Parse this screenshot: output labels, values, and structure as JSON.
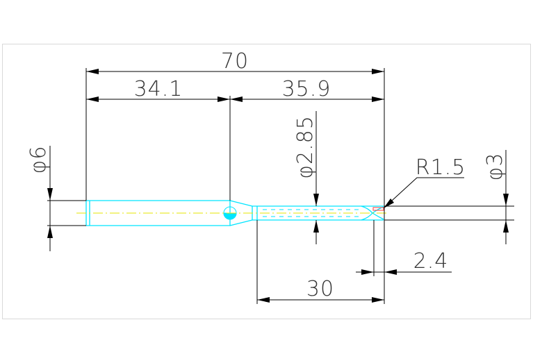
{
  "drawing": {
    "dimensions": {
      "overall_length": "70",
      "shank_length": "34.1",
      "neck_section_length": "35.9",
      "neck_diameter": "φ2.85",
      "shank_diameter": "φ6",
      "tip_diameter": "φ3",
      "corner_radius": "R1.5",
      "tip_length": "2.4",
      "reach_length": "30"
    },
    "colors": {
      "part_outline": "#00e5ff",
      "center_line": "#e6e600",
      "dimension_lines": "#000000",
      "highlight": "#ff3b3b"
    }
  }
}
